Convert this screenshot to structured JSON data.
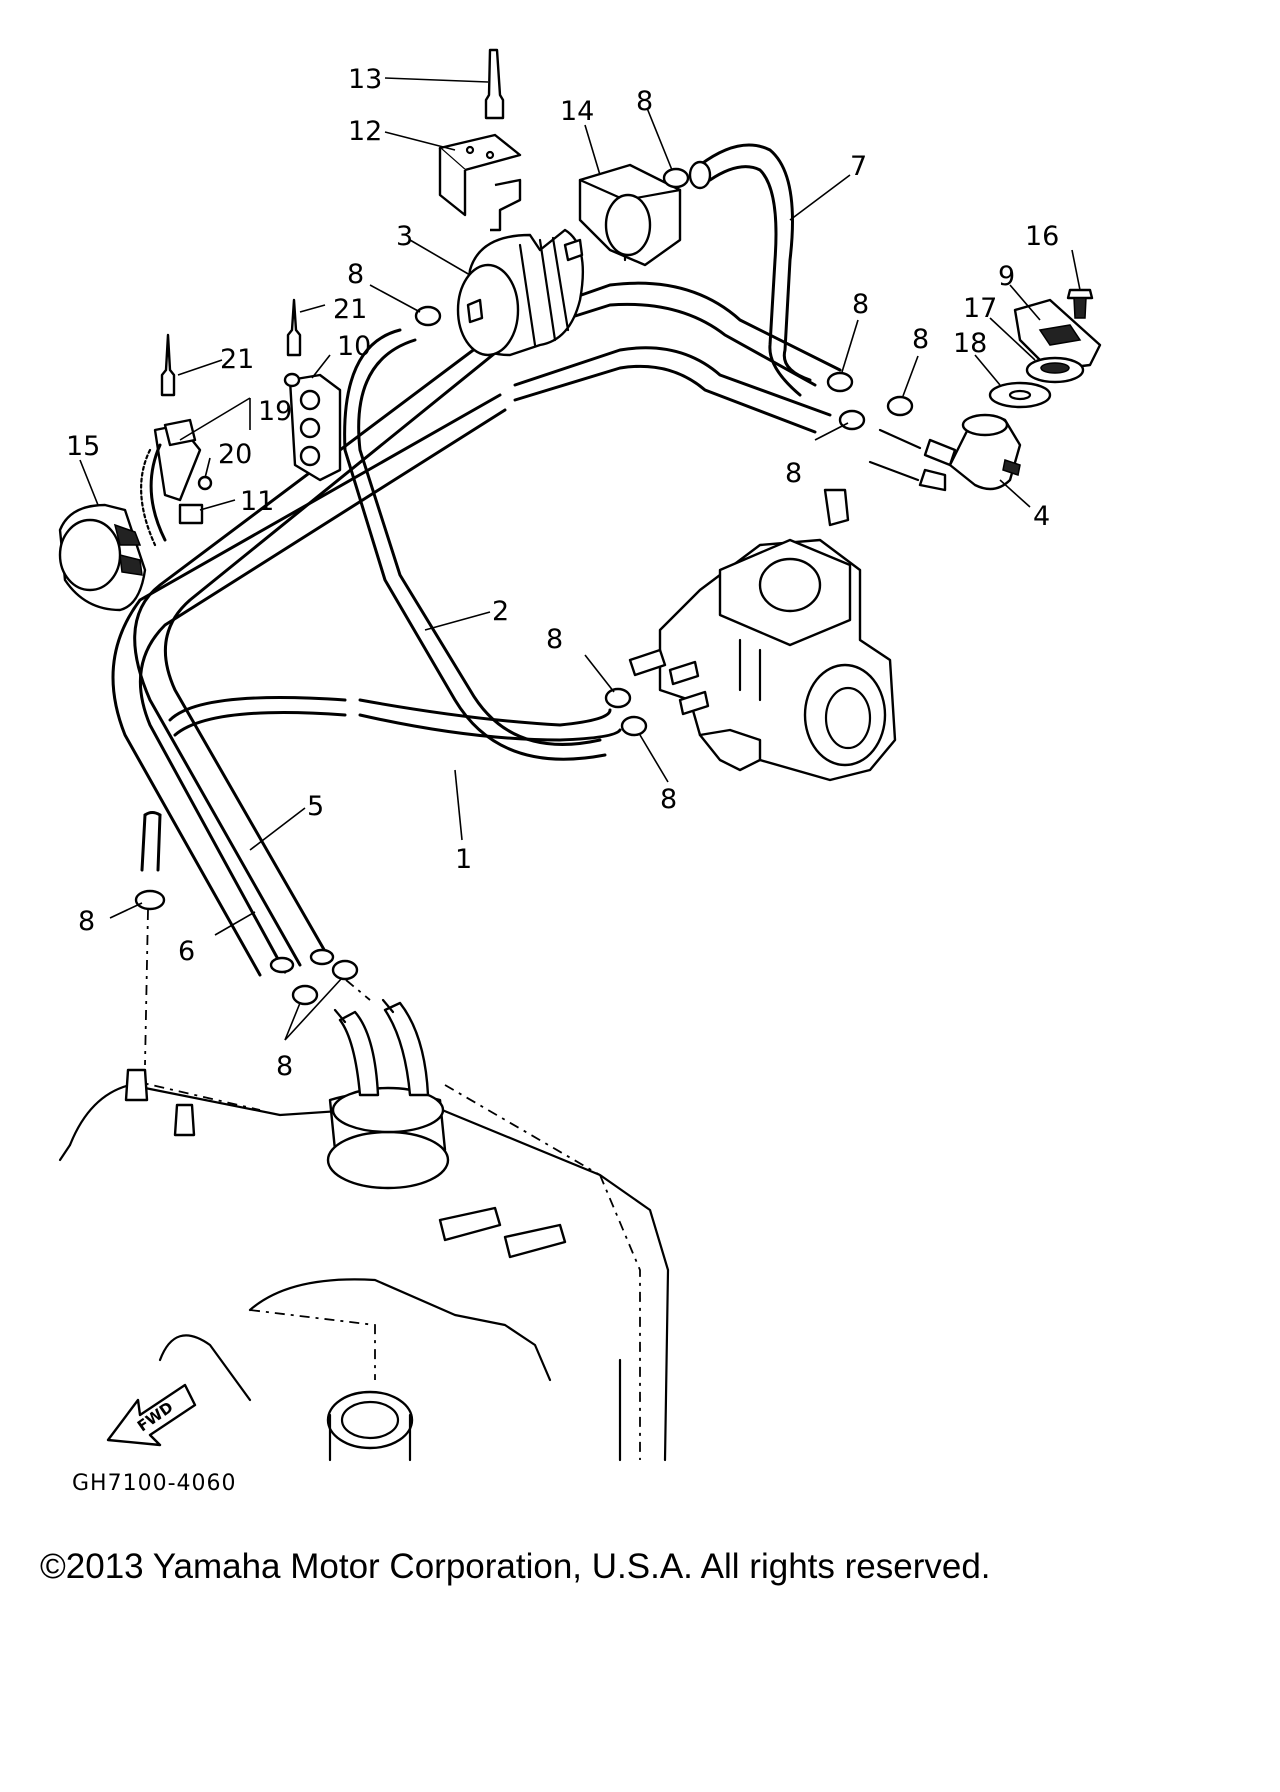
{
  "diagram": {
    "drawing_code": "GH7100-4060",
    "forward_label": "FWD",
    "copyright": "©2013 Yamaha Motor Corporation, U.S.A. All rights reserved.",
    "callouts": [
      {
        "id": "c13",
        "text": "13"
      },
      {
        "id": "c12",
        "text": "12"
      },
      {
        "id": "c14",
        "text": "14"
      },
      {
        "id": "c8a",
        "text": "8"
      },
      {
        "id": "c7",
        "text": "7"
      },
      {
        "id": "c3",
        "text": "3"
      },
      {
        "id": "c8b",
        "text": "8"
      },
      {
        "id": "c21a",
        "text": "21"
      },
      {
        "id": "c21b",
        "text": "21"
      },
      {
        "id": "c10",
        "text": "10"
      },
      {
        "id": "c16",
        "text": "16"
      },
      {
        "id": "c9",
        "text": "9"
      },
      {
        "id": "c17",
        "text": "17"
      },
      {
        "id": "c18",
        "text": "18"
      },
      {
        "id": "c8c",
        "text": "8"
      },
      {
        "id": "c8d",
        "text": "8"
      },
      {
        "id": "c19",
        "text": "19"
      },
      {
        "id": "c20",
        "text": "20"
      },
      {
        "id": "c15",
        "text": "15"
      },
      {
        "id": "c11",
        "text": "11"
      },
      {
        "id": "c8e",
        "text": "8"
      },
      {
        "id": "c4",
        "text": "4"
      },
      {
        "id": "c2",
        "text": "2"
      },
      {
        "id": "c8f",
        "text": "8"
      },
      {
        "id": "c8g",
        "text": "8"
      },
      {
        "id": "c1",
        "text": "1"
      },
      {
        "id": "c5",
        "text": "5"
      },
      {
        "id": "c8h",
        "text": "8"
      },
      {
        "id": "c6",
        "text": "6"
      },
      {
        "id": "c8i",
        "text": "8"
      }
    ]
  }
}
